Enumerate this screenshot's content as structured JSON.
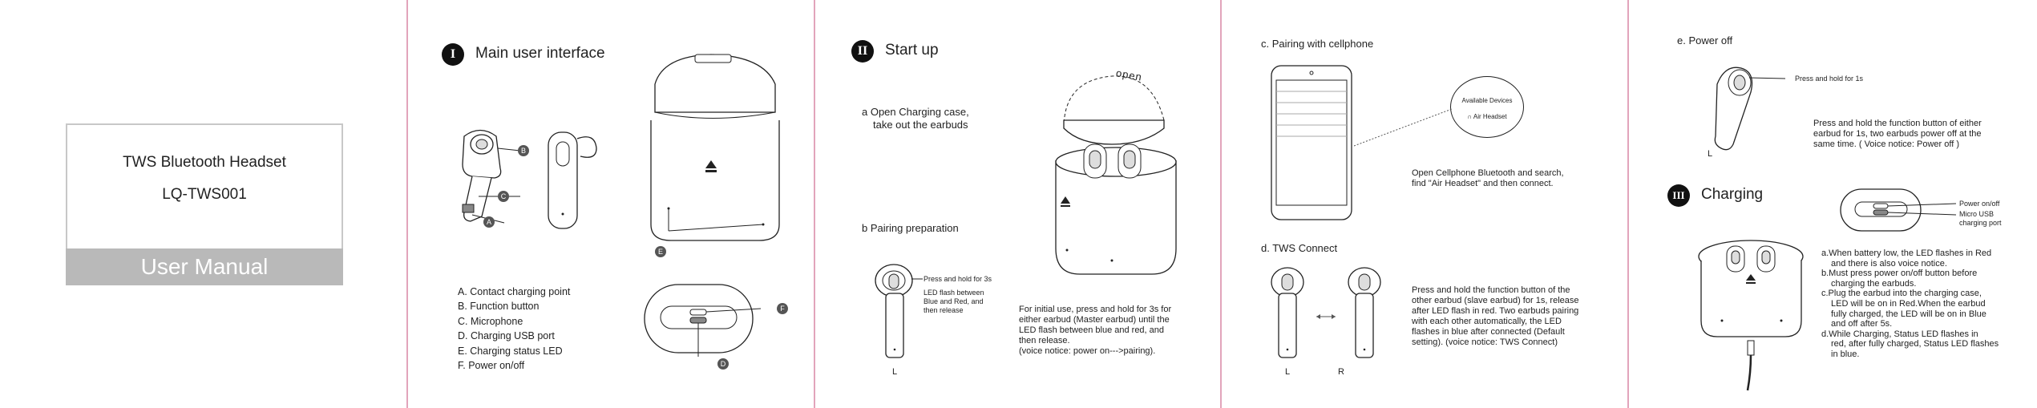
{
  "cover": {
    "product_name": "TWS Bluetooth Headset",
    "model": "LQ-TWS001",
    "banner": "User Manual",
    "banner_color": "#b9b9b9"
  },
  "section1": {
    "numeral": "I",
    "title": "Main user interface",
    "parts": [
      "A.  Contact charging point",
      "B.  Function button",
      "C.  Microphone",
      "D.  Charging USB port",
      "E.  Charging status LED",
      "F.  Power on/off"
    ],
    "callouts": {
      "a": "A",
      "b": "B",
      "c": "C",
      "d": "D",
      "e": "E",
      "f": "F"
    }
  },
  "section2": {
    "numeral": "II",
    "title": "Start up",
    "step_a": [
      "a  Open Charging case,",
      "take out the earbuds"
    ],
    "open_label": "open",
    "step_b": "b  Pairing preparation",
    "press_hold_3s": "Press and hold for 3s",
    "led_flash": [
      "LED flash between",
      "Blue and Red, and",
      "then release"
    ],
    "earbud_label": "L",
    "initial_use": [
      "For initial use,  press and hold for 3s for",
      "either earbud (Master earbud) until the",
      "LED flash between blue and red, and",
      "then release.",
      "(voice notice: power on--->pairing)."
    ]
  },
  "section3": {
    "step_c": "c.  Pairing with cellphone",
    "phone_bubble_title": "Available Devices",
    "phone_bubble_device": "Air Headset",
    "pairing_text": [
      "Open Cellphone Bluetooth and search,",
      "find \"Air Headset\" and then connect."
    ],
    "step_d": "d.  TWS Connect",
    "left_label": "L",
    "right_label": "R",
    "tws_text": [
      "Press and hold the function button of the",
      "other earbud (slave earbud) for 1s, release",
      "after LED flash in red. Two earbuds pairing",
      "with each other automatically, the LED",
      "flashes in blue after connected (Default",
      "setting).    (voice notice: TWS Connect)"
    ]
  },
  "section4": {
    "step_e": "e.  Power off",
    "press_hold_1s": "Press and hold for 1s",
    "earbud_label": "L",
    "power_off_text": [
      "Press and hold the function button of either",
      "earbud for 1s, two earbuds power off at the",
      "same time.     ( Voice notice: Power off )"
    ],
    "numeral": "III",
    "charging_title": "Charging",
    "power_label": "Power on/off",
    "usb_label": [
      "Micro USB",
      "charging port"
    ],
    "charging_notes": [
      [
        "a.When battery low, the LED flashes in Red",
        "and there is also voice notice."
      ],
      [
        "b.Must press power on/off button before",
        "charging the earbuds."
      ],
      [
        "c.Plug the earbud into the charging case,",
        "LED will be on in Red.When the earbud",
        "fully charged, the LED will be on in Blue",
        "and off after 5s."
      ],
      [
        "d.While Charging, Status LED flashes in",
        "red, after fully charged, Status LED flashes",
        "in blue."
      ]
    ]
  },
  "colors": {
    "divider": "#e2a4bb",
    "ink": "#222222",
    "banner": "#b9b9b9"
  }
}
